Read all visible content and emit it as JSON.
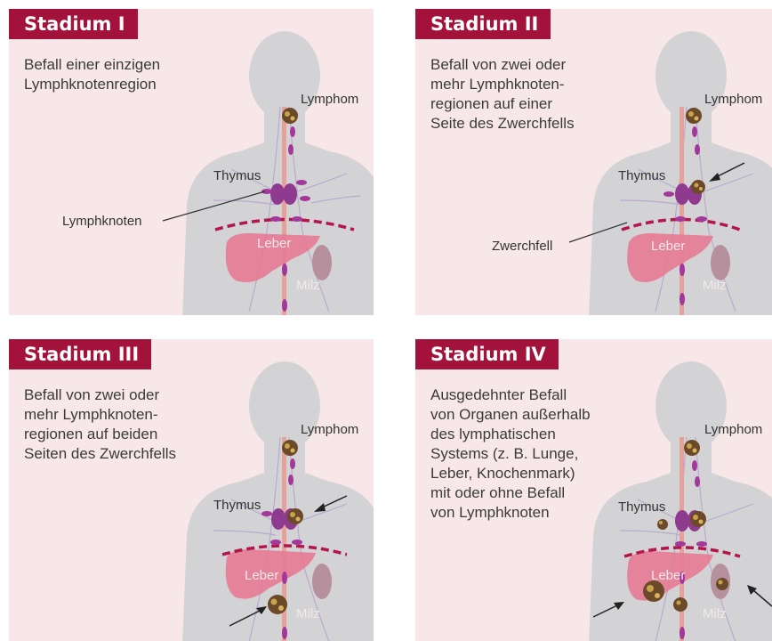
{
  "panels": [
    {
      "title": "Stadium I",
      "description": "Befall einer einzigen\nLymphknotenregion",
      "labels": {
        "lymphom": "Lymphom",
        "thymus": "Thymus",
        "lymphknoten": "Lymphknoten",
        "leber": "Leber",
        "milz": "Milz"
      }
    },
    {
      "title": "Stadium II",
      "description": "Befall von zwei oder\nmehr Lymphknoten-\nregionen auf einer\nSeite des Zwerchfells",
      "labels": {
        "lymphom": "Lymphom",
        "thymus": "Thymus",
        "zwerchfell": "Zwerchfell",
        "leber": "Leber",
        "milz": "Milz"
      }
    },
    {
      "title": "Stadium III",
      "description": "Befall von zwei oder\nmehr Lymphknoten-\nregionen auf beiden\nSeiten des Zwerchfells",
      "labels": {
        "lymphom": "Lymphom",
        "thymus": "Thymus",
        "leber": "Leber",
        "milz": "Milz"
      }
    },
    {
      "title": "Stadium IV",
      "description": "Ausgedehnter Befall\nvon Organen außerhalb\ndes lymphatischen\nSystems (z. B. Lunge,\nLeber, Knochenmark)\nmit oder ohne Befall\nvon Lymphknoten",
      "labels": {
        "lymphom": "Lymphom",
        "thymus": "Thymus",
        "leber": "Leber",
        "milz": "Milz"
      }
    }
  ],
  "colors": {
    "title_bg": "#a3123a",
    "panel_bg": "#f7e7e8",
    "body_silhouette": "#d3d3d6",
    "liver": "#e57a93",
    "spleen": "#b7909e",
    "thymus": "#8e3a8e",
    "lymph_node": "#a3379a",
    "diaphragm": "#b3164a",
    "lymphoma": "#6b4a2a"
  }
}
